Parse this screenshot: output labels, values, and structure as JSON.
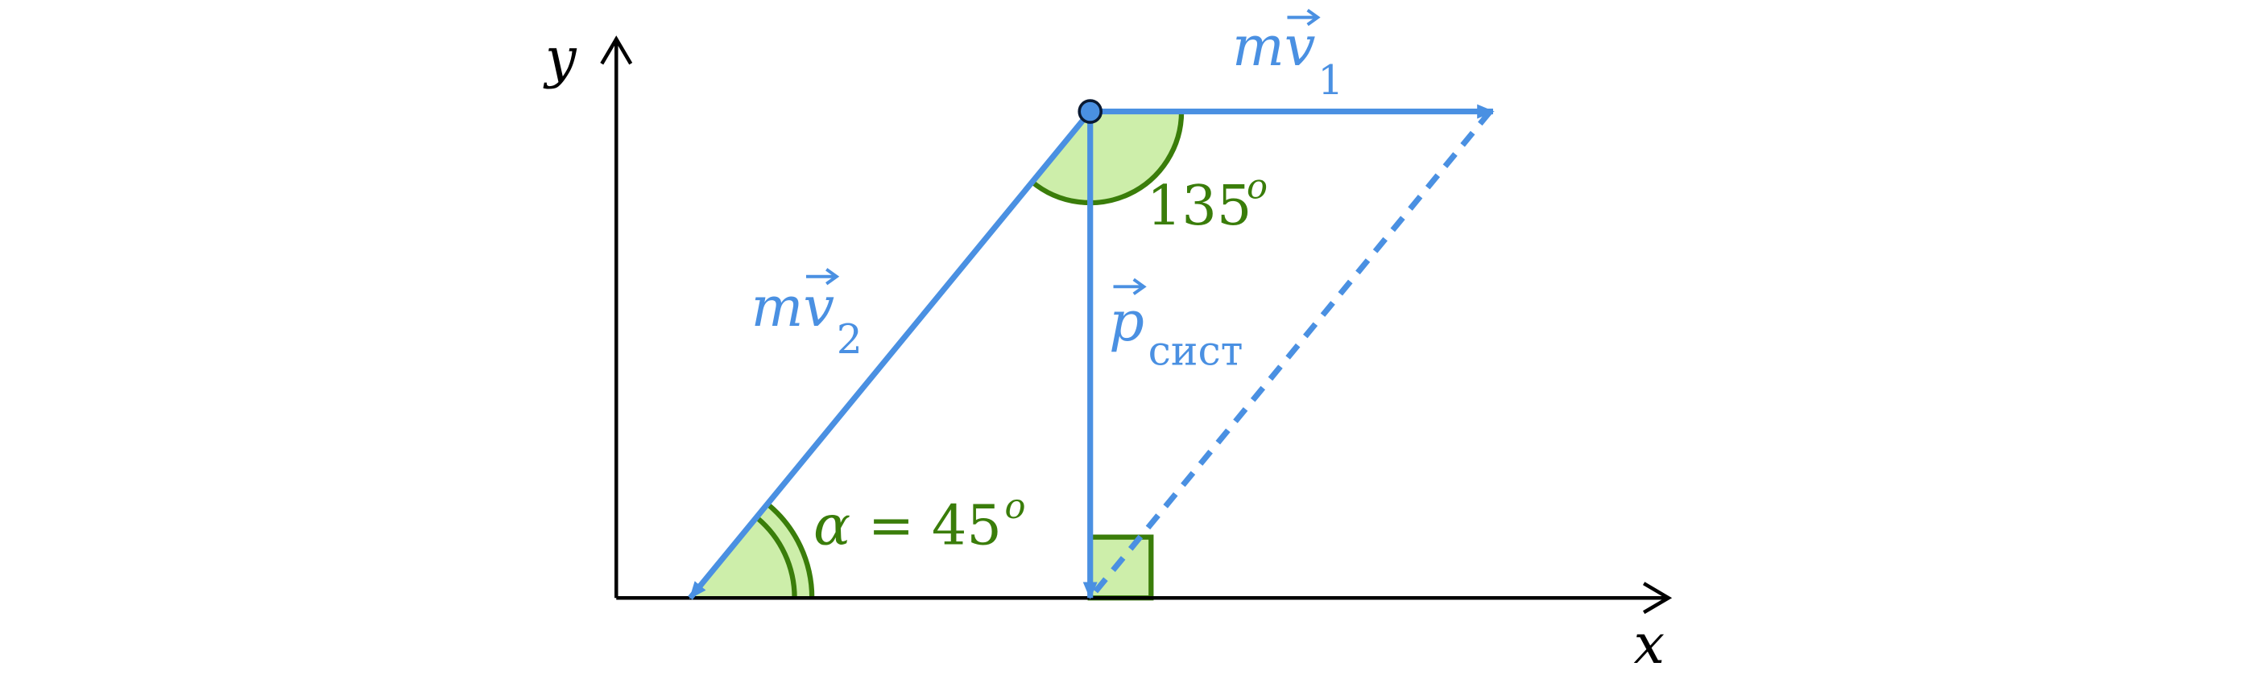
{
  "colors": {
    "axis": "#000000",
    "vector": "#4a90e2",
    "angle_stroke": "#3a7d0a",
    "angle_fill": "#cdeeaa",
    "point_fill": "#4a90e2",
    "text_blue": "#4a90e2",
    "text_green": "#3a7d0a"
  },
  "axes": {
    "x_label": "x",
    "y_label": "y"
  },
  "vectors": {
    "v1": {
      "main": "mv",
      "sub": "1"
    },
    "v2": {
      "main": "mv",
      "sub": "2"
    },
    "p": {
      "main": "p",
      "sub": "сист"
    }
  },
  "angles": {
    "top": {
      "value": "135",
      "sup": "o"
    },
    "bottom": {
      "var": "α",
      "eq": " = ",
      "value": "45",
      "sup": "o"
    }
  }
}
